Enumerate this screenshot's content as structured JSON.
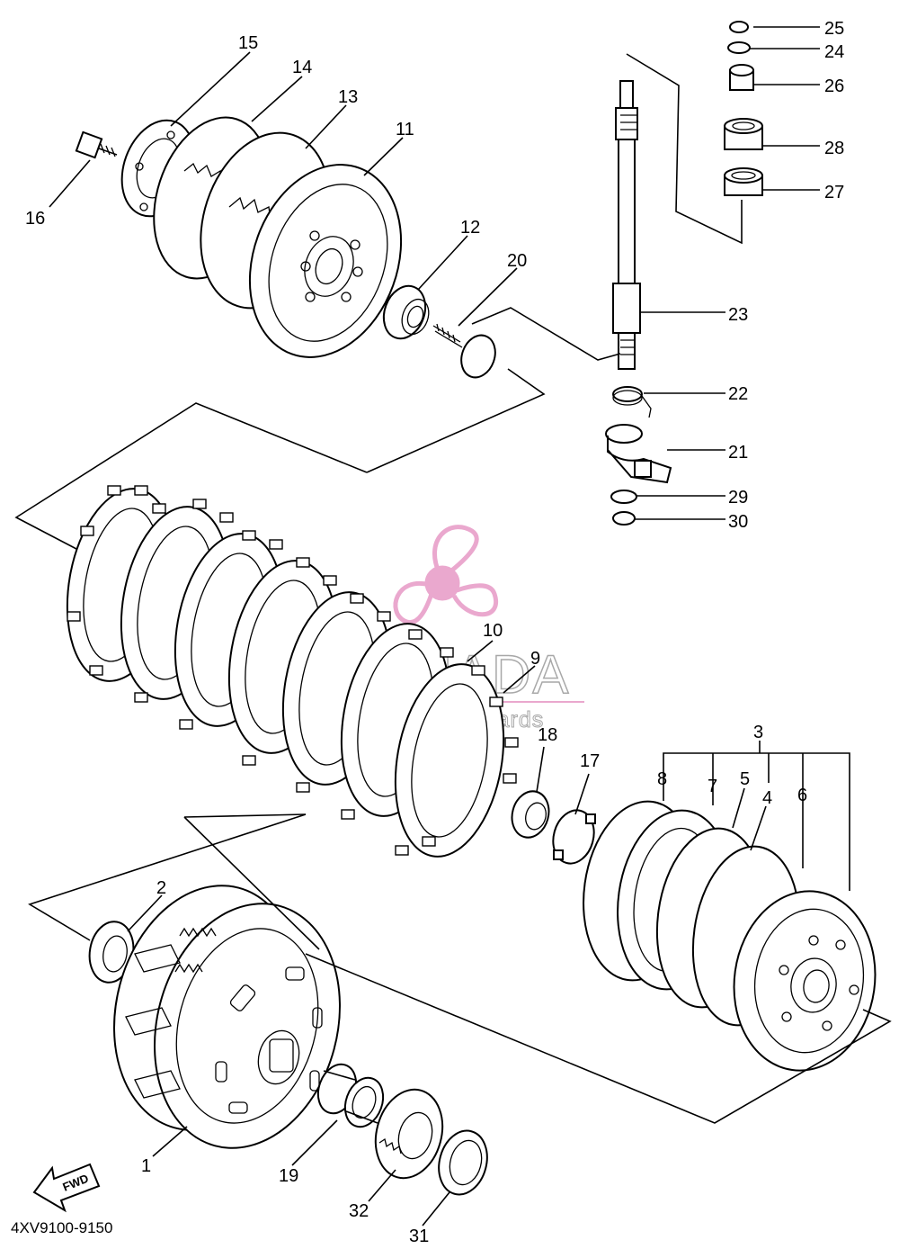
{
  "diagram_code": "4XV9100-9150",
  "fwd_label": "FWD",
  "watermark": {
    "brand": "ARMADA",
    "tagline": "marine outboards",
    "color": "#e79ac6"
  },
  "callouts": {
    "c1": "1",
    "c2": "2",
    "c3": "3",
    "c4": "4",
    "c5": "5",
    "c6": "6",
    "c7": "7",
    "c8": "8",
    "c9": "9",
    "c10": "10",
    "c11": "11",
    "c12": "12",
    "c13": "13",
    "c14": "14",
    "c15": "15",
    "c16": "16",
    "c17": "17",
    "c18": "18",
    "c19": "19",
    "c20": "20",
    "c21": "21",
    "c22": "22",
    "c23": "23",
    "c24": "24",
    "c25": "25",
    "c26": "26",
    "c27": "27",
    "c28": "28",
    "c29": "29",
    "c30": "30",
    "c31": "31",
    "c32": "32"
  }
}
